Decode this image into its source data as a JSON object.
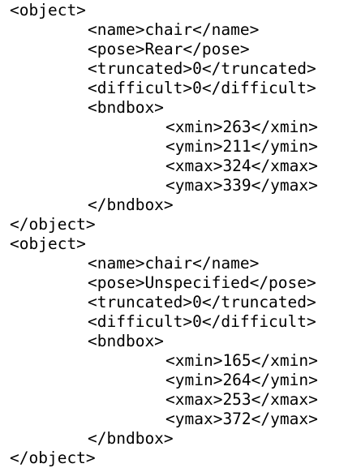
{
  "document": {
    "lines": [
      {
        "indent": 0,
        "text": "<object>"
      },
      {
        "indent": 1,
        "text": "<name>chair</name>"
      },
      {
        "indent": 1,
        "text": "<pose>Rear</pose>"
      },
      {
        "indent": 1,
        "text": "<truncated>0</truncated>"
      },
      {
        "indent": 1,
        "text": "<difficult>0</difficult>"
      },
      {
        "indent": 1,
        "text": "<bndbox>"
      },
      {
        "indent": 2,
        "text": "<xmin>263</xmin>"
      },
      {
        "indent": 2,
        "text": "<ymin>211</ymin>"
      },
      {
        "indent": 2,
        "text": "<xmax>324</xmax>"
      },
      {
        "indent": 2,
        "text": "<ymax>339</ymax>"
      },
      {
        "indent": 1,
        "text": "</bndbox>"
      },
      {
        "indent": 0,
        "text": "</object>"
      },
      {
        "indent": 0,
        "text": "<object>"
      },
      {
        "indent": 1,
        "text": "<name>chair</name>"
      },
      {
        "indent": 1,
        "text": "<pose>Unspecified</pose>"
      },
      {
        "indent": 1,
        "text": "<truncated>0</truncated>"
      },
      {
        "indent": 1,
        "text": "<difficult>0</difficult>"
      },
      {
        "indent": 1,
        "text": "<bndbox>"
      },
      {
        "indent": 2,
        "text": "<xmin>165</xmin>"
      },
      {
        "indent": 2,
        "text": "<ymin>264</ymin>"
      },
      {
        "indent": 2,
        "text": "<xmax>253</xmax>"
      },
      {
        "indent": 2,
        "text": "<ymax>372</ymax>"
      },
      {
        "indent": 1,
        "text": "</bndbox>"
      },
      {
        "indent": 0,
        "text": "</object>"
      }
    ]
  }
}
